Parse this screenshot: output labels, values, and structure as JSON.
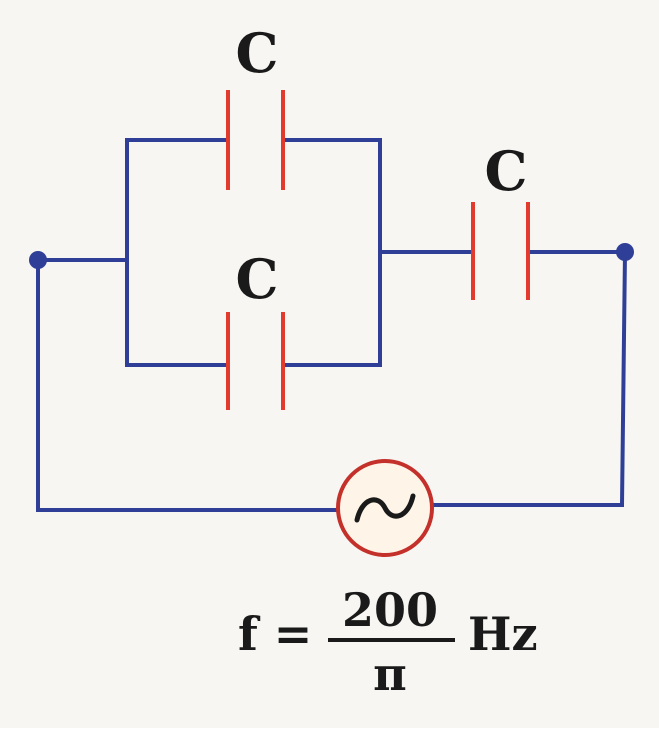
{
  "colors": {
    "wire": "#2f3f97",
    "plate": "#e23b2e",
    "source_ring": "#c4302a",
    "source_fill": "#fff4e8",
    "text": "#1a1a1a"
  },
  "labels": {
    "cap_top": "C",
    "cap_bottom": "C",
    "cap_series": "C"
  },
  "source": {
    "icon": "ac-source-icon",
    "glyph": "~"
  },
  "frequency": {
    "lhs": "f =",
    "numerator": "200",
    "denominator": "π",
    "unit": "Hz"
  }
}
